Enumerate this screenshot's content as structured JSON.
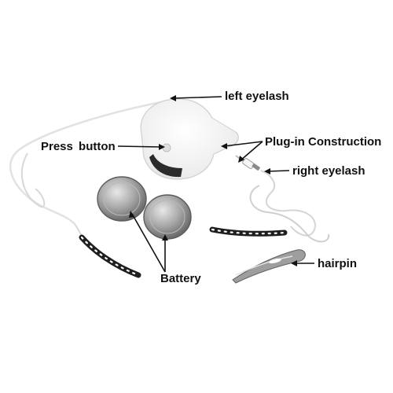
{
  "labels": {
    "left_eyelash": "left eyelash",
    "press_button": "Press  button",
    "plugin_construction": "Plug-in Construction",
    "right_eyelash": "right eyelash",
    "hairpin": "hairpin",
    "battery": "Battery"
  },
  "colors": {
    "background": "#ffffff",
    "device": "#f4f4f4",
    "battery_metal": "#9a9a9a",
    "cable": "#e6e6e6",
    "led_strip": "#2a2a2a",
    "arrow": "#111111"
  }
}
